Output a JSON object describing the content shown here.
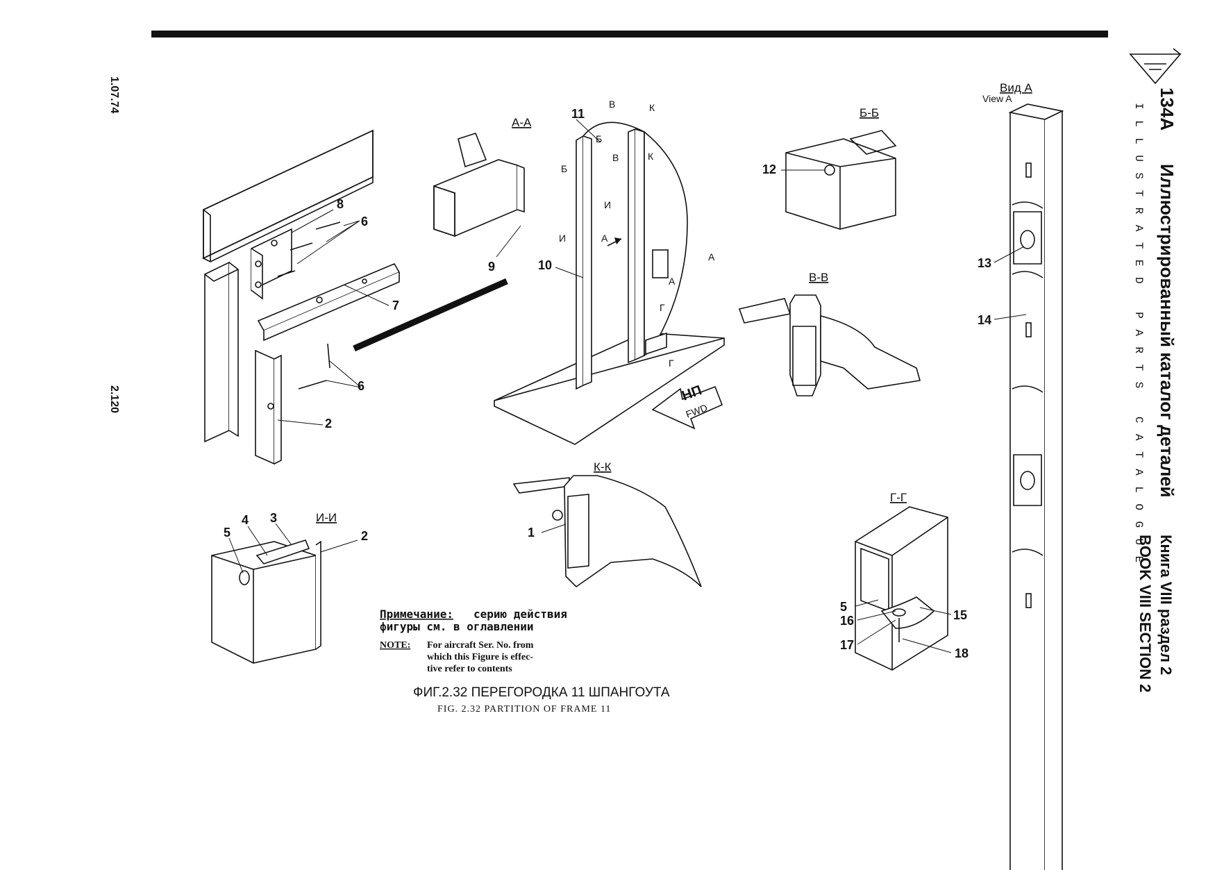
{
  "margin": {
    "date": "1.07.74",
    "page": "2.120"
  },
  "header": {
    "model": "134А",
    "title_ru": "Иллюстрированный каталог деталей",
    "title_en": "ILLUSTRATED PARTS CATALOGUE",
    "book_ru": "Книга VIII раздел 2",
    "book_en": "BOOK VIII SECTION 2"
  },
  "sections": {
    "aa": "А-А",
    "bb": "Б-Б",
    "vv": "В-В",
    "kk": "К-К",
    "ii": "И-И",
    "gg": "Г-Г",
    "view_ru": "Вид А",
    "view_en": "View A"
  },
  "markers": {
    "b": "Б",
    "v": "В",
    "k": "К",
    "i": "И",
    "a": "А",
    "g": "Г"
  },
  "direction": {
    "ru": "НП",
    "en": "FWD"
  },
  "callouts": [
    "1",
    "2",
    "3",
    "4",
    "5",
    "6",
    "7",
    "8",
    "9",
    "10",
    "11",
    "12",
    "13",
    "14",
    "15",
    "16",
    "17",
    "18"
  ],
  "note": {
    "ru_label": "Примечание:",
    "ru_line1": "серию действия",
    "ru_line2": "фигуры см. в оглавлении",
    "en_label": "NOTE:",
    "en_line1": "For aircraft Ser. No. from",
    "en_line2": "which this Figure is effec-",
    "en_line3": "tive refer to contents"
  },
  "caption": {
    "ru": "ФИГ.2.32 ПЕРЕГОРОДКА 11 ШПАНГОУТА",
    "en": "FIG. 2.32 PARTITION OF FRAME 11"
  }
}
